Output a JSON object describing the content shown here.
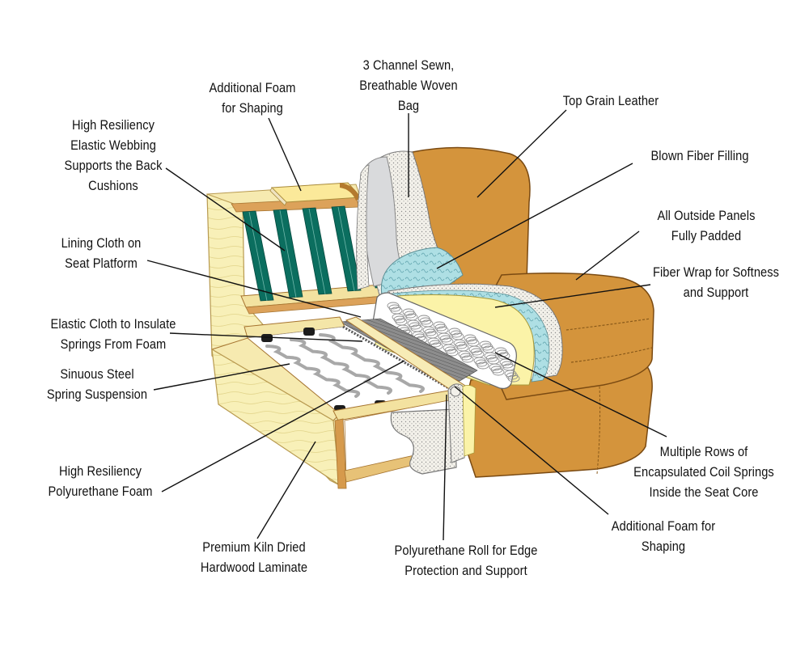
{
  "title": "Sofa Construction Cutaway",
  "colors": {
    "leather": "#d4943c",
    "leather_dark": "#a8681e",
    "wood": "#f6eeb4",
    "wood_edge": "#c98d3a",
    "webbing": "#0b6e5f",
    "foam": "#f1efe6",
    "fiber": "#a9dde3",
    "wrap_yellow": "#fbf3a8",
    "bag_gray": "#d9dadc",
    "spring_gray": "#9a9a9a",
    "leader": "#111111"
  },
  "labels": [
    {
      "id": "additional-foam-top",
      "lines": [
        "Additional Foam",
        "for Shaping"
      ]
    },
    {
      "id": "channel-sewn-bag",
      "lines": [
        "3 Channel Sewn,",
        "Breathable Woven",
        "Bag"
      ]
    },
    {
      "id": "top-grain-leather",
      "lines": [
        "Top Grain Leather"
      ]
    },
    {
      "id": "elastic-webbing",
      "lines": [
        "High Resiliency",
        "Elastic Webbing",
        "Supports the Back",
        "Cushions"
      ]
    },
    {
      "id": "blown-fiber",
      "lines": [
        "Blown Fiber Filling"
      ]
    },
    {
      "id": "outside-panels",
      "lines": [
        "All Outside Panels",
        "Fully Padded"
      ]
    },
    {
      "id": "lining-cloth",
      "lines": [
        "Lining Cloth on",
        "Seat Platform"
      ]
    },
    {
      "id": "fiber-wrap",
      "lines": [
        "Fiber Wrap for Softness",
        "and Support"
      ]
    },
    {
      "id": "elastic-cloth",
      "lines": [
        "Elastic Cloth to Insulate",
        "Springs From Foam"
      ]
    },
    {
      "id": "sinuous-spring",
      "lines": [
        "Sinuous Steel",
        "Spring Suspension"
      ]
    },
    {
      "id": "coil-springs",
      "lines": [
        "Multiple Rows of",
        "Encapsulated Coil Springs",
        "Inside the Seat Core"
      ]
    },
    {
      "id": "hr-foam",
      "lines": [
        "High Resiliency",
        "Polyurethane Foam"
      ]
    },
    {
      "id": "additional-foam-bottom",
      "lines": [
        "Additional Foam for",
        "Shaping"
      ]
    },
    {
      "id": "kiln-dried",
      "lines": [
        "Premium Kiln Dried",
        "Hardwood Laminate"
      ]
    },
    {
      "id": "edge-roll",
      "lines": [
        "Polyurethane Roll for Edge",
        "Protection and Support"
      ]
    }
  ]
}
